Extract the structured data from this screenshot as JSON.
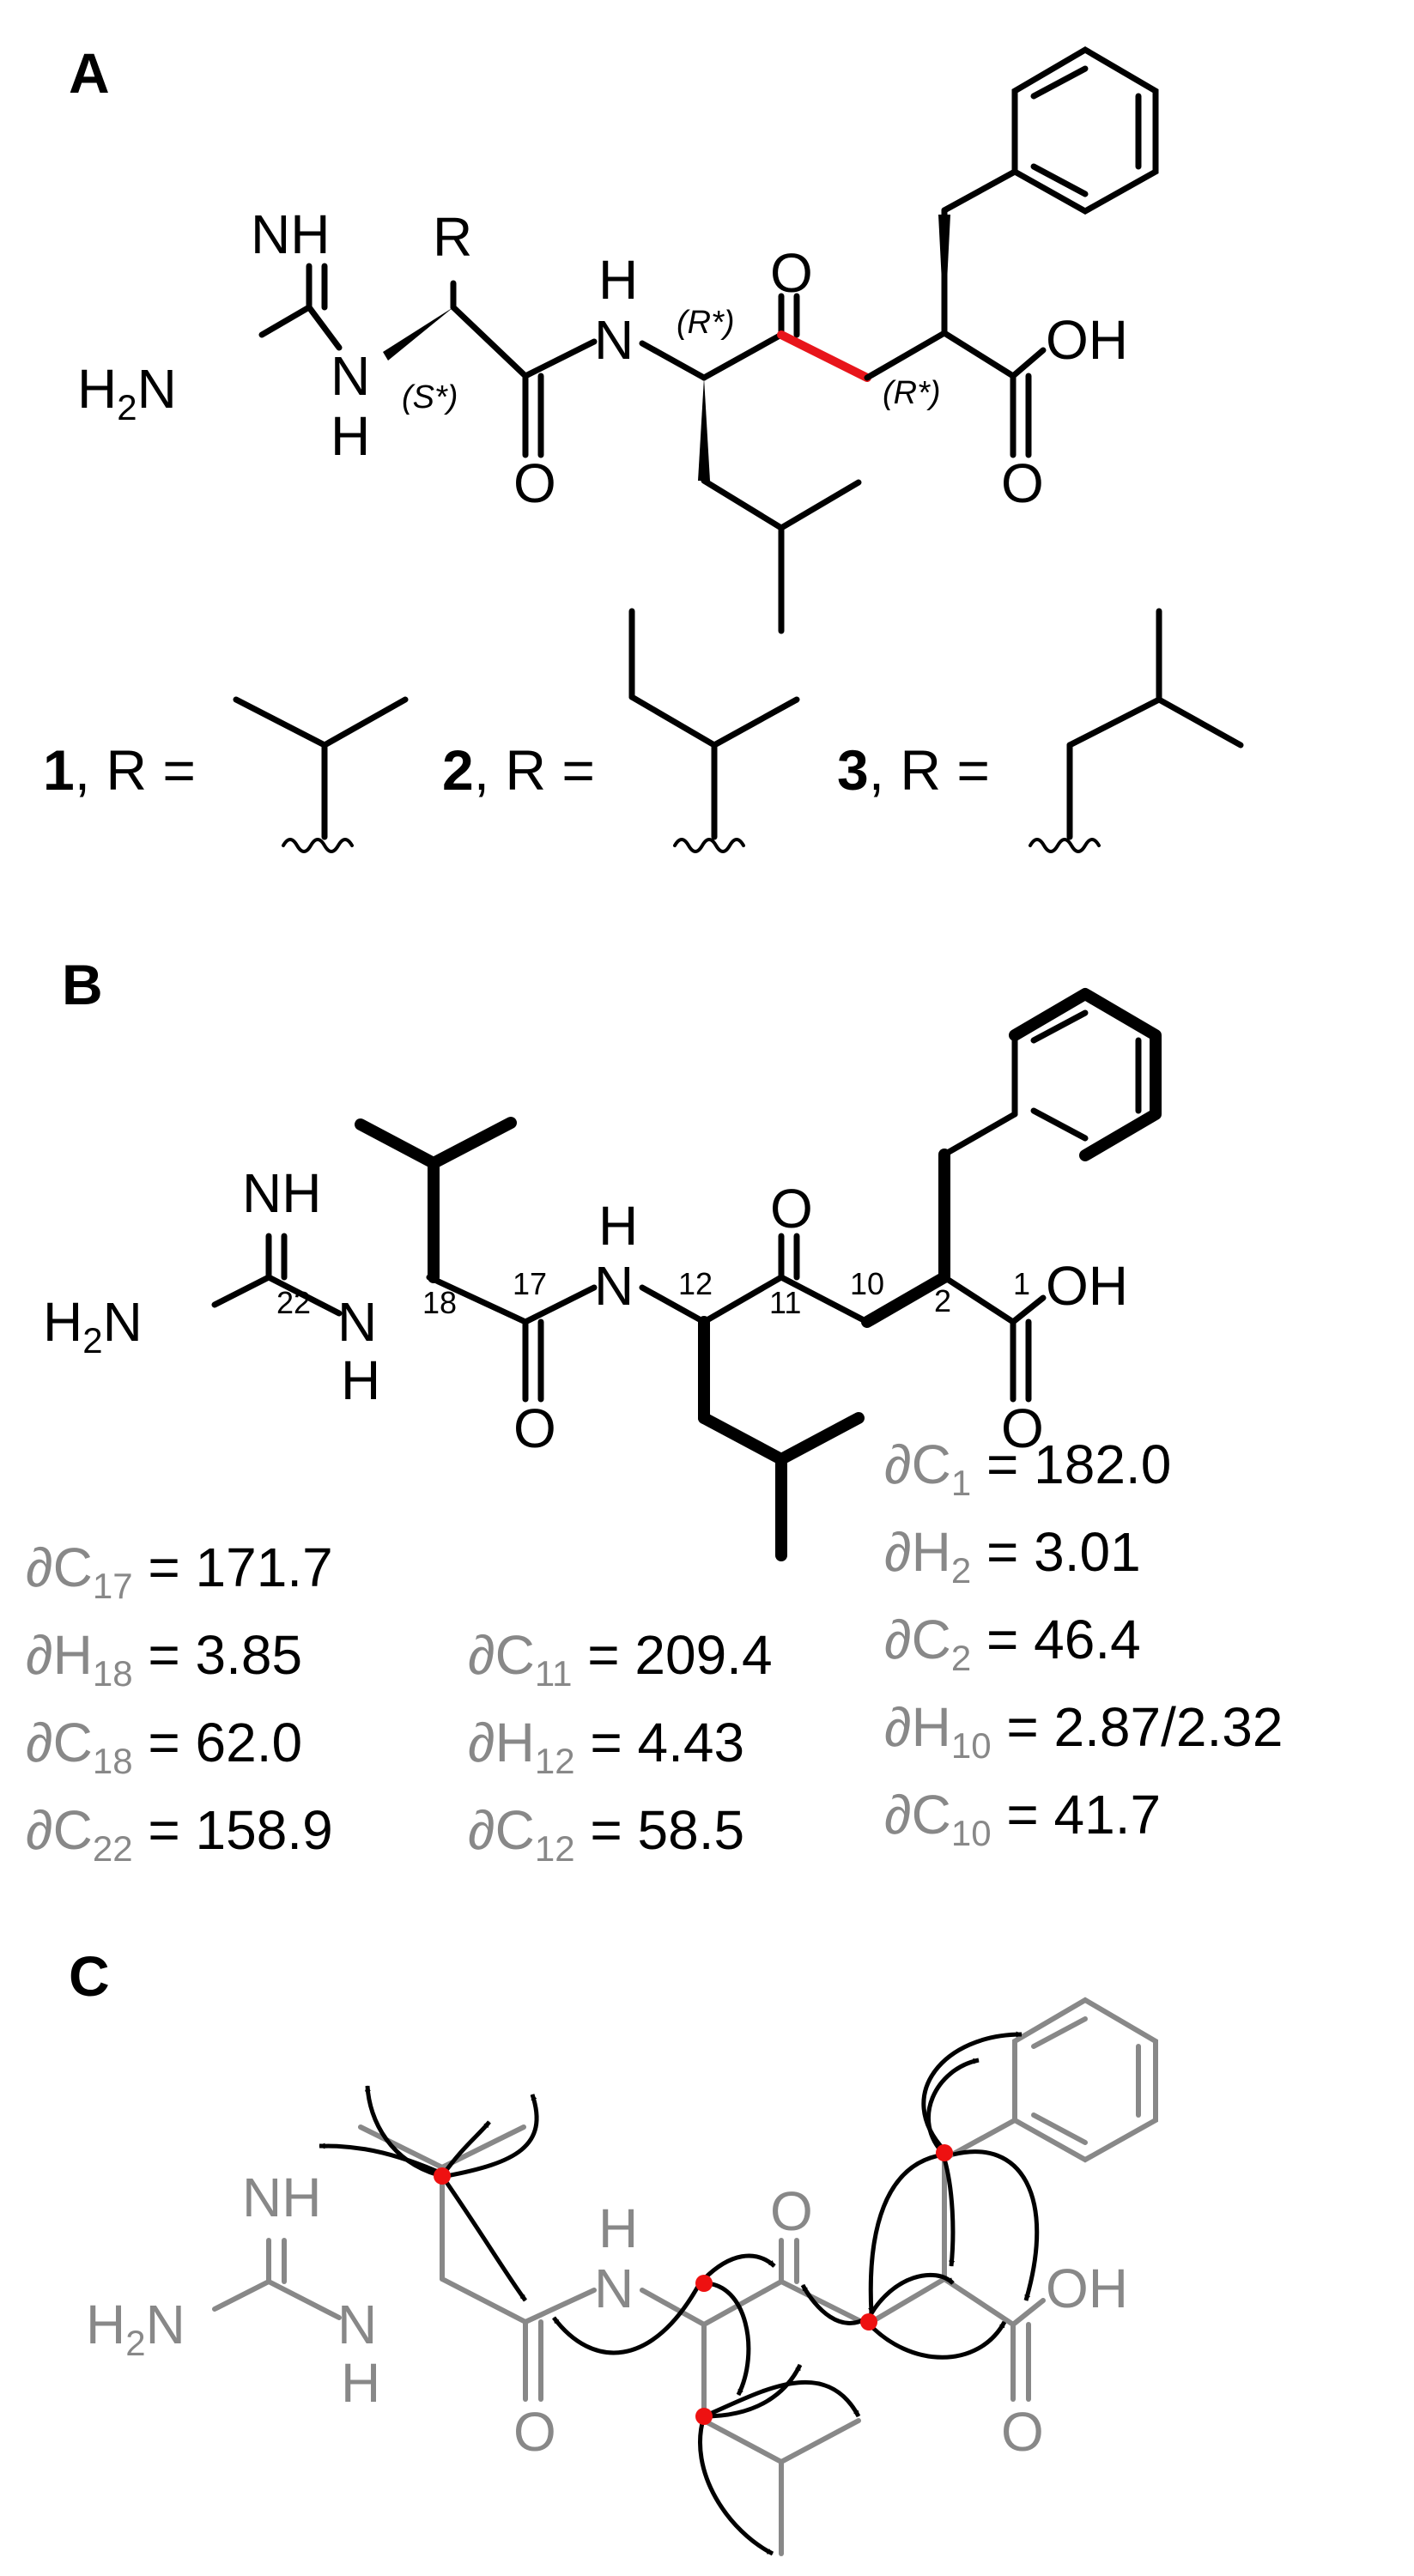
{
  "panels": {
    "a": "A",
    "b": "B",
    "c": "C"
  },
  "atoms": {
    "nh": "NH",
    "h2n_h": "H",
    "h2n_sub": "2",
    "h2n_n": "N",
    "n": "N",
    "h": "H",
    "r": "R",
    "o": "O",
    "oh": "OH"
  },
  "stereo": {
    "s": "(S*)",
    "r": "(R*)"
  },
  "compounds": [
    {
      "num": "1",
      "label": ", R ="
    },
    {
      "num": "2",
      "label": ", R ="
    },
    {
      "num": "3",
      "label": ", R ="
    }
  ],
  "numbering": {
    "n22": "22",
    "n18": "18",
    "n17": "17",
    "n12": "12",
    "n11": "11",
    "n10": "10",
    "n2": "2",
    "n1": "1"
  },
  "shifts": [
    {
      "sym": "∂C",
      "sub": "1",
      "val": " = 182.0"
    },
    {
      "sym": "∂H",
      "sub": "2",
      "val": " = 3.01"
    },
    {
      "sym": "∂C",
      "sub": "2",
      "val": " = 46.4"
    },
    {
      "sym": "∂H",
      "sub": "10",
      "val": " = 2.87/2.32"
    },
    {
      "sym": "∂C",
      "sub": "10",
      "val": " = 41.7"
    },
    {
      "sym": "∂C",
      "sub": "17",
      "val": " = 171.7"
    },
    {
      "sym": "∂H",
      "sub": "18",
      "val": " = 3.85"
    },
    {
      "sym": "∂C",
      "sub": "18",
      "val": " = 62.0"
    },
    {
      "sym": "∂C",
      "sub": "22",
      "val": " = 158.9"
    },
    {
      "sym": "∂C",
      "sub": "11",
      "val": " = 209.4"
    },
    {
      "sym": "∂H",
      "sub": "12",
      "val": " = 4.43"
    },
    {
      "sym": "∂C",
      "sub": "12",
      "val": " = 58.5"
    }
  ],
  "colors": {
    "ink": "#000000",
    "gray": "#888888",
    "highlight": "#e8151b",
    "dot": "#ee1111"
  }
}
